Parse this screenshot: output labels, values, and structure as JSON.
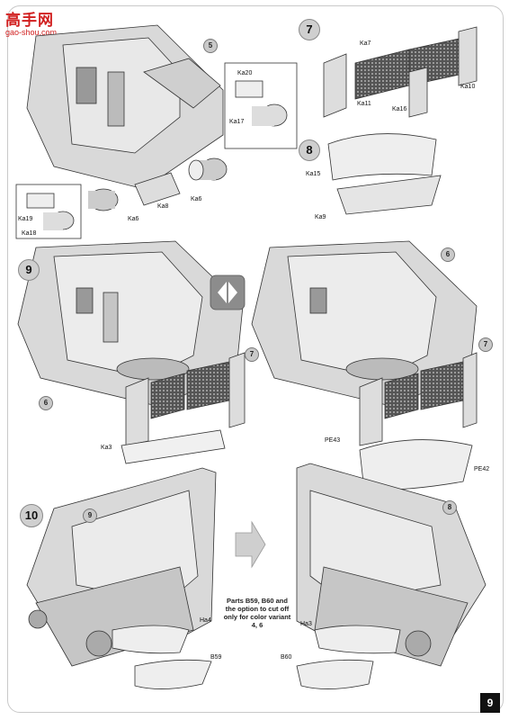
{
  "watermark": {
    "brand": "高手网",
    "url": "gao-shou.com"
  },
  "steps": {
    "s7": "7",
    "s8": "8",
    "s9": "9",
    "s10": "10"
  },
  "callouts": {
    "c5": "5",
    "c6a": "6",
    "c7a": "7",
    "c6b": "6",
    "c7b": "7",
    "c8": "8",
    "c9": "9"
  },
  "parts": {
    "ka20": "Ka20",
    "ka17": "Ka17",
    "ka19": "Ka19",
    "ka18": "Ka18",
    "ka6a": "Ka6",
    "ka8": "Ka8",
    "ka6b": "Ka6",
    "ka7": "Ka7",
    "ka11": "Ka11",
    "ka16": "Ka16",
    "ka10": "Ka10",
    "ka15": "Ka15",
    "ka9": "Ka9",
    "ka3": "Ka3",
    "pe43": "PE43",
    "pe42": "PE42",
    "ha4": "Ha4",
    "ha3": "Ha3",
    "b59": "B59",
    "b60": "B60"
  },
  "note": "Parts B59, B60 and the option to cut off only for color variant 4, 6",
  "page_number": "9"
}
